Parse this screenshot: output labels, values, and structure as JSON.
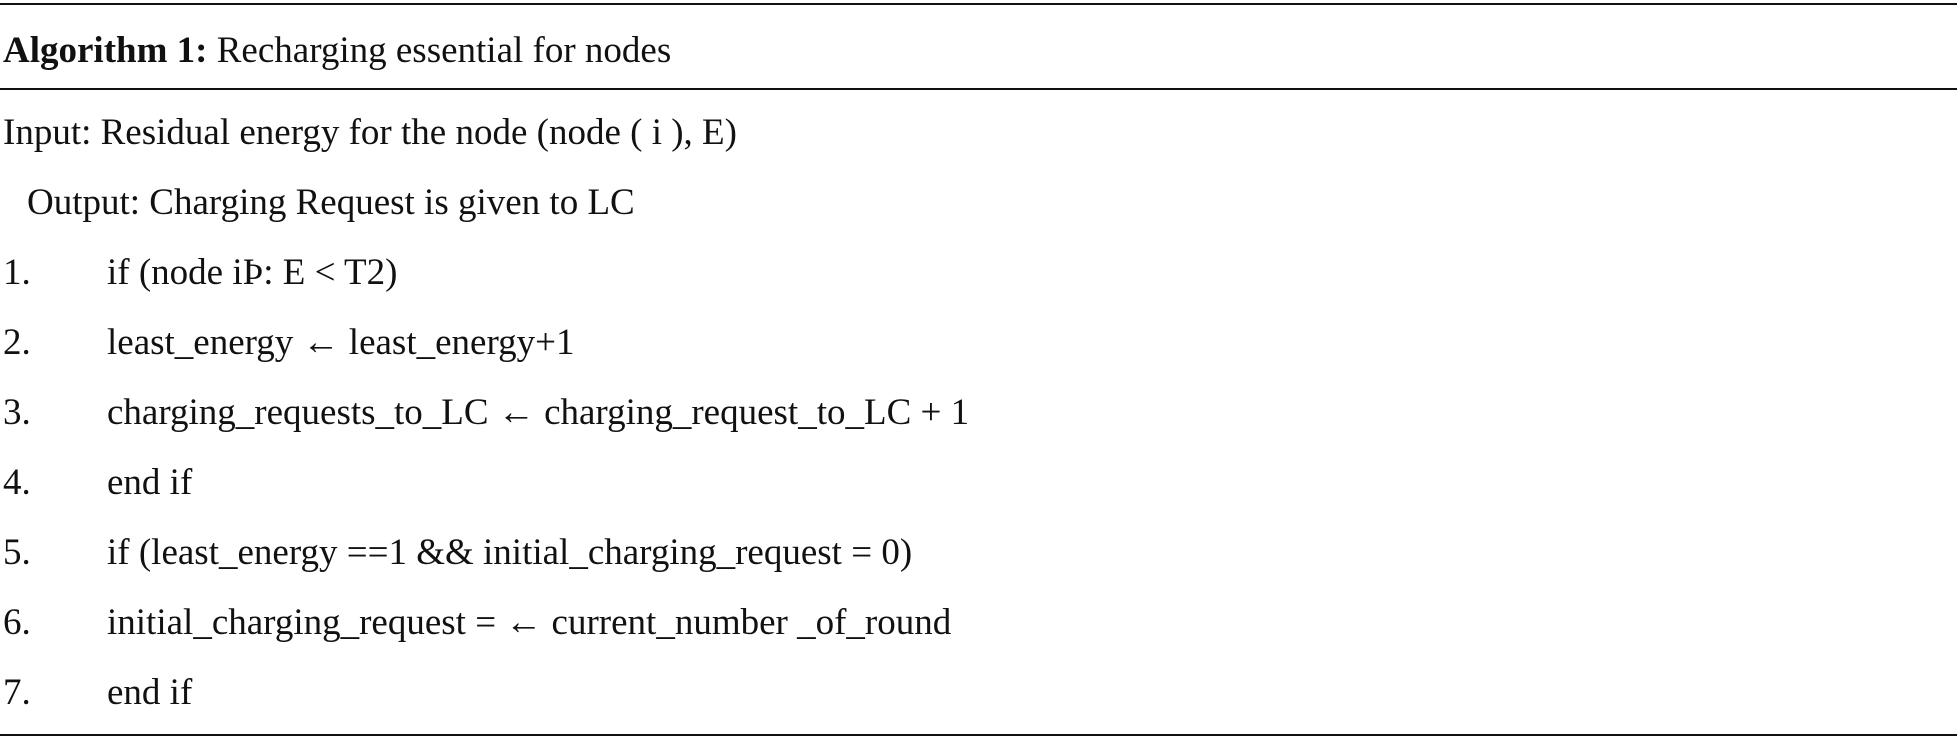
{
  "algorithm": {
    "label": "Algorithm 1:",
    "title": "Recharging essential for nodes",
    "input": "Input: Residual energy for the node (node ( i ), E)",
    "output": "Output: Charging Request is given to LC",
    "steps": [
      {
        "num": "1.",
        "code": "if (node iÞ: E < T2)"
      },
      {
        "num": "2.",
        "code": "least_energy  ←  least_energy+1"
      },
      {
        "num": "3.",
        "code": "charging_requests_to_LC  ←  charging_request_to_LC + 1"
      },
      {
        "num": "4.",
        "code": "end if"
      },
      {
        "num": "5.",
        "code": "if (least_energy ==1 && initial_charging_request = 0)"
      },
      {
        "num": "6.",
        "code": "initial_charging_request = ← current_number _of_round"
      },
      {
        "num": "7.",
        "code": "end if"
      }
    ]
  }
}
